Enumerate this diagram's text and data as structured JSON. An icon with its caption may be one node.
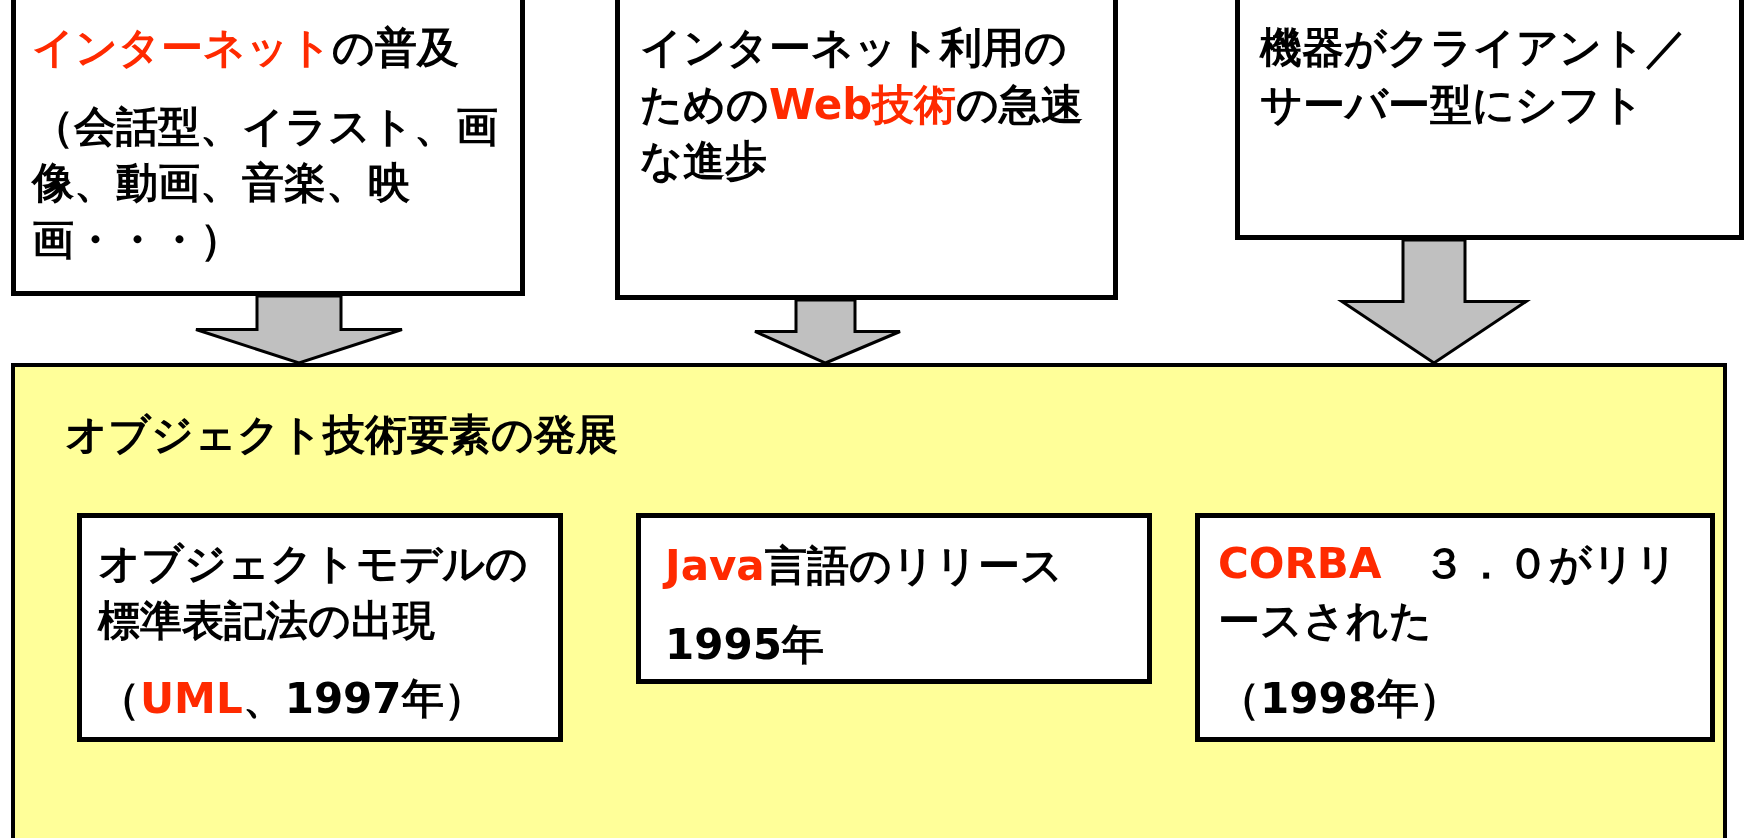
{
  "diagram": {
    "nodes": [
      {
        "text": [
          "**インターネット**の普及",
          "（会話型、イラスト、画像、動画、音楽、映画・・・）"
        ]
      },
      {
        "text": [
          "インターネット利用のための**Web技術**の急速な進歩"
        ]
      },
      {
        "text": [
          "機器がクライアント／サーバー型にシフト"
        ]
      },
      {
        "text": [
          "オブジェクト技術要素の発展"
        ]
      },
      {
        "text": [
          "オブジェクトモデルの標準表記法の出現",
          "（**UML**、1997年）"
        ],
        "in": 3
      },
      {
        "text": [
          "**Java**言語のリリース",
          "1995年"
        ],
        "in": 3
      },
      {
        "text": [
          "**CORBA**　３．０がリリースされた",
          "（1998年）"
        ],
        "in": 3
      }
    ],
    "edges": [
      {
        "from": 0,
        "to": 3,
        "arrow": "to"
      },
      {
        "from": 1,
        "to": 3,
        "arrow": "to"
      },
      {
        "from": 2,
        "to": 3,
        "arrow": "to"
      }
    ]
  }
}
